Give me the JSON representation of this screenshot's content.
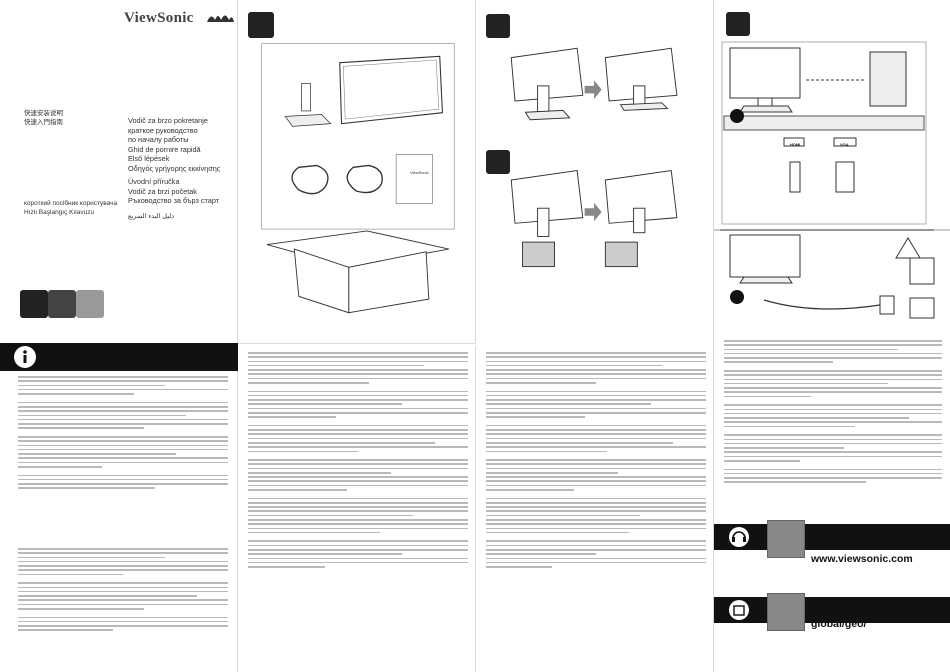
{
  "brand": {
    "name": "ViewSonic"
  },
  "titles": {
    "left_col": [
      "快速安装说明",
      "快速入門指南"
    ],
    "mid_col": [
      "Vodič za brzo pokretanje",
      "краткое руководство",
      "по началу работы",
      "Ghid de pornire rapidă",
      "Első lépések",
      "Οδηγός γρήγορης εκκίνησης",
      "",
      "Úvodní příručka",
      "Vodič za brzi početak",
      "Ръководство за бърз старт"
    ],
    "left_low": [
      "короткий посібник користувача",
      "Hızlı Başlangıç Kılavuzu"
    ],
    "arabic": "دليل البدء السريع"
  },
  "box_contents": {
    "product_label": "ViewSonic"
  },
  "urls": {
    "support": "www.viewsonic.com",
    "global": [
      "www.viewsonic.com/",
      "global/geo/"
    ]
  },
  "ports": {
    "hdmi": "HDMI",
    "vga": "VGA"
  },
  "colors": {
    "band": "#111111",
    "accent": "#e0e0e0"
  },
  "icons": [
    "info-icon",
    "box-icon",
    "screwdriver-icon",
    "tool-free-icon",
    "power-plug-icon",
    "headset-support-icon",
    "globe-box-icon",
    "warning-icon"
  ]
}
